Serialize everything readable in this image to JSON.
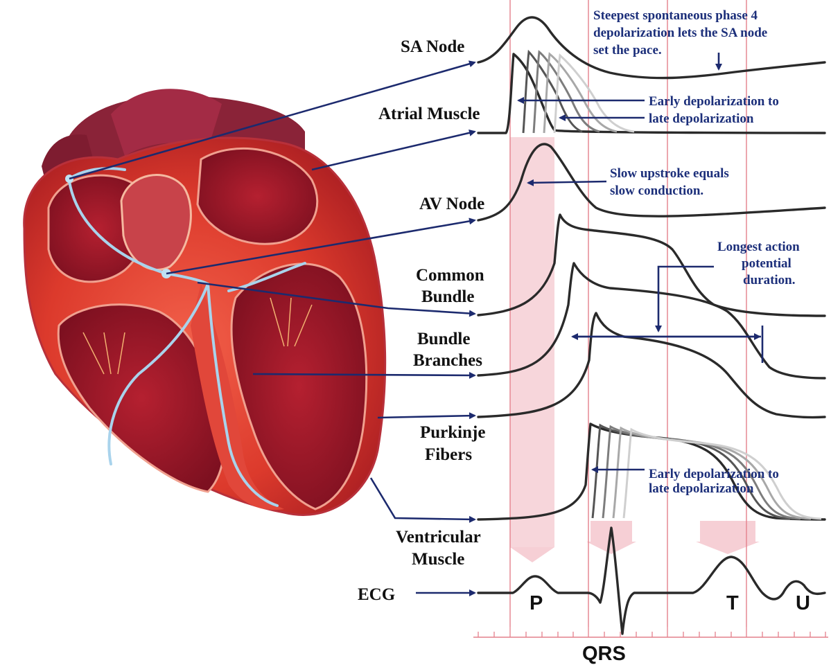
{
  "labels": {
    "sa_node": "SA Node",
    "atrial_muscle": "Atrial Muscle",
    "av_node": "AV Node",
    "common_bundle_1": "Common",
    "common_bundle_2": "Bundle",
    "bundle_branches_1": "Bundle",
    "bundle_branches_2": "Branches",
    "purkinje_1": "Purkinje",
    "purkinje_2": "Fibers",
    "ventricular_1": "Ventricular",
    "ventricular_2": "Muscle",
    "ecg": "ECG"
  },
  "annotations": {
    "sa_note_1": "Steepest spontaneous phase 4",
    "sa_note_2": "depolarization lets the SA node",
    "sa_note_3": "set the pace.",
    "atrial_note_1": "Early depolarization to",
    "atrial_note_2": "late depolarization",
    "av_note_1": "Slow upstroke equals",
    "av_note_2": "slow conduction.",
    "longest_1": "Longest action",
    "longest_2": "potential",
    "longest_3": "duration.",
    "purkinje_note_1": "Early depolarization to",
    "purkinje_note_2": "late depolarization"
  },
  "ecg_waves": {
    "p": "P",
    "qrs": "QRS",
    "t": "T",
    "u": "U"
  },
  "colors": {
    "heart_red": "#d8352a",
    "heart_dark": "#8e1420",
    "aorta": "#8a2338",
    "conduction": "#a9d3ec",
    "pointer_blue": "#1c2a6e",
    "highlight_pink": "#f6cfd5"
  }
}
